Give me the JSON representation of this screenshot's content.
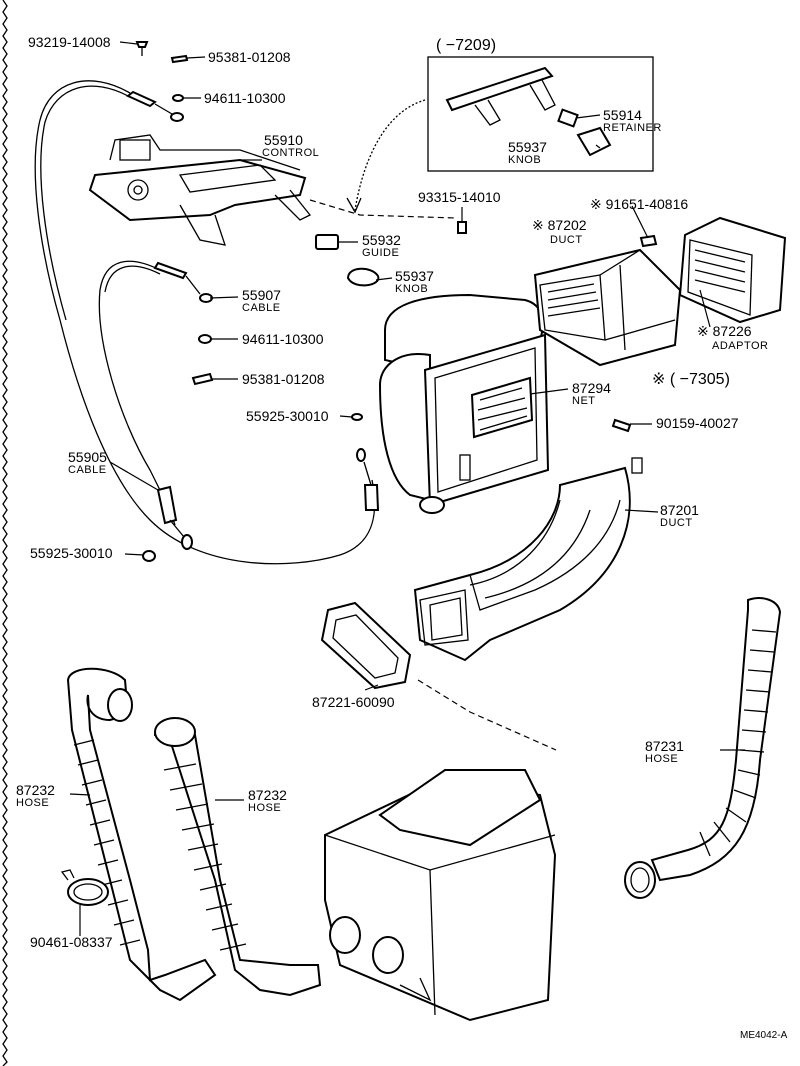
{
  "diagram_code": "ME4042-A",
  "inset_labels": {
    "inset_top": "(       −7209)",
    "inset_right": "※ (       −7305)"
  },
  "parts": {
    "p93219": {
      "number": "93219-14008"
    },
    "p95381a": {
      "number": "95381-01208"
    },
    "p94611a": {
      "number": "94611-10300"
    },
    "p55910": {
      "number": "55910",
      "name": "CONTROL"
    },
    "p55914": {
      "number": "55914",
      "name": "RETAINER"
    },
    "p55937a": {
      "number": "55937",
      "name": "KNOB"
    },
    "p93315": {
      "number": "93315-14010"
    },
    "p91651": {
      "number": "※ 91651-40816"
    },
    "p87202": {
      "number": "※ 87202",
      "name": "DUCT"
    },
    "p55932": {
      "number": "55932",
      "name": "GUIDE"
    },
    "p55937b": {
      "number": "55937",
      "name": "KNOB"
    },
    "p55907": {
      "number": "55907",
      "name": "CABLE"
    },
    "p87226": {
      "number": "※ 87226",
      "name": "ADAPTOR"
    },
    "p94611b": {
      "number": "94611-10300"
    },
    "p95381b": {
      "number": "95381-01208"
    },
    "p87294": {
      "number": "87294",
      "name": "NET"
    },
    "p55925a": {
      "number": "55925-30010"
    },
    "p90159": {
      "number": "90159-40027"
    },
    "p55905": {
      "number": "55905",
      "name": "CABLE"
    },
    "p87201": {
      "number": "87201",
      "name": "DUCT"
    },
    "p55925b": {
      "number": "55925-30010"
    },
    "p87221": {
      "number": "87221-60090"
    },
    "p87231": {
      "number": "87231",
      "name": "HOSE"
    },
    "p87232a": {
      "number": "87232",
      "name": "HOSE"
    },
    "p87232b": {
      "number": "87232",
      "name": "HOSE"
    },
    "p90461": {
      "number": "90461-08337"
    }
  }
}
